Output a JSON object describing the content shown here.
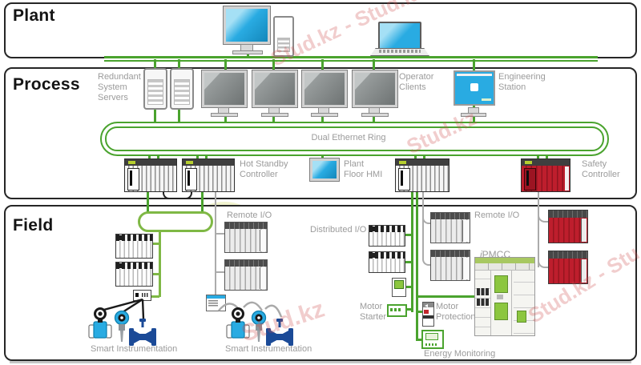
{
  "titles": {
    "plant": "Plant",
    "process": "Process",
    "field": "Field"
  },
  "process": {
    "servers_label": "Redundant\nSystem\nServers",
    "operator_clients_label": "Operator\nClients",
    "engineering_station_label": "Engineering\nStation",
    "ring_label": "Dual Ethernet Ring",
    "hot_standby_label": "Hot Standby\nController",
    "plant_floor_hmi_label": "Plant\nFloor HMI",
    "safety_controller_label": "Safety\nController"
  },
  "field": {
    "remote_io_left": "Remote I/O",
    "distributed_io": "Distributed I/O",
    "remote_io_right": "Remote I/O",
    "ipmcc": "iPMCC",
    "motor_starter": "Motor\nStarter",
    "motor_protection": "Motor\nProtection",
    "energy_monitoring": "Energy Monitoring",
    "smart_instrumentation_left": "Smart Instrumentation",
    "smart_instrumentation_mid": "Smart Instrumentation"
  },
  "watermarks": {
    "top": "Stud.kz - Stud.kz",
    "mid": "Stud.kz",
    "right": "Stud.kz - Stu",
    "bottom": "Stud.kz"
  },
  "colors": {
    "network_green": "#4AA32E",
    "loop_green": "#7FB845",
    "accent_green": "#8CC63F",
    "screen_blue": "#29ABE2",
    "safety_red": "#BE1E2D",
    "label_gray": "#9B9B9B",
    "line_gray": "#ABABAB"
  }
}
